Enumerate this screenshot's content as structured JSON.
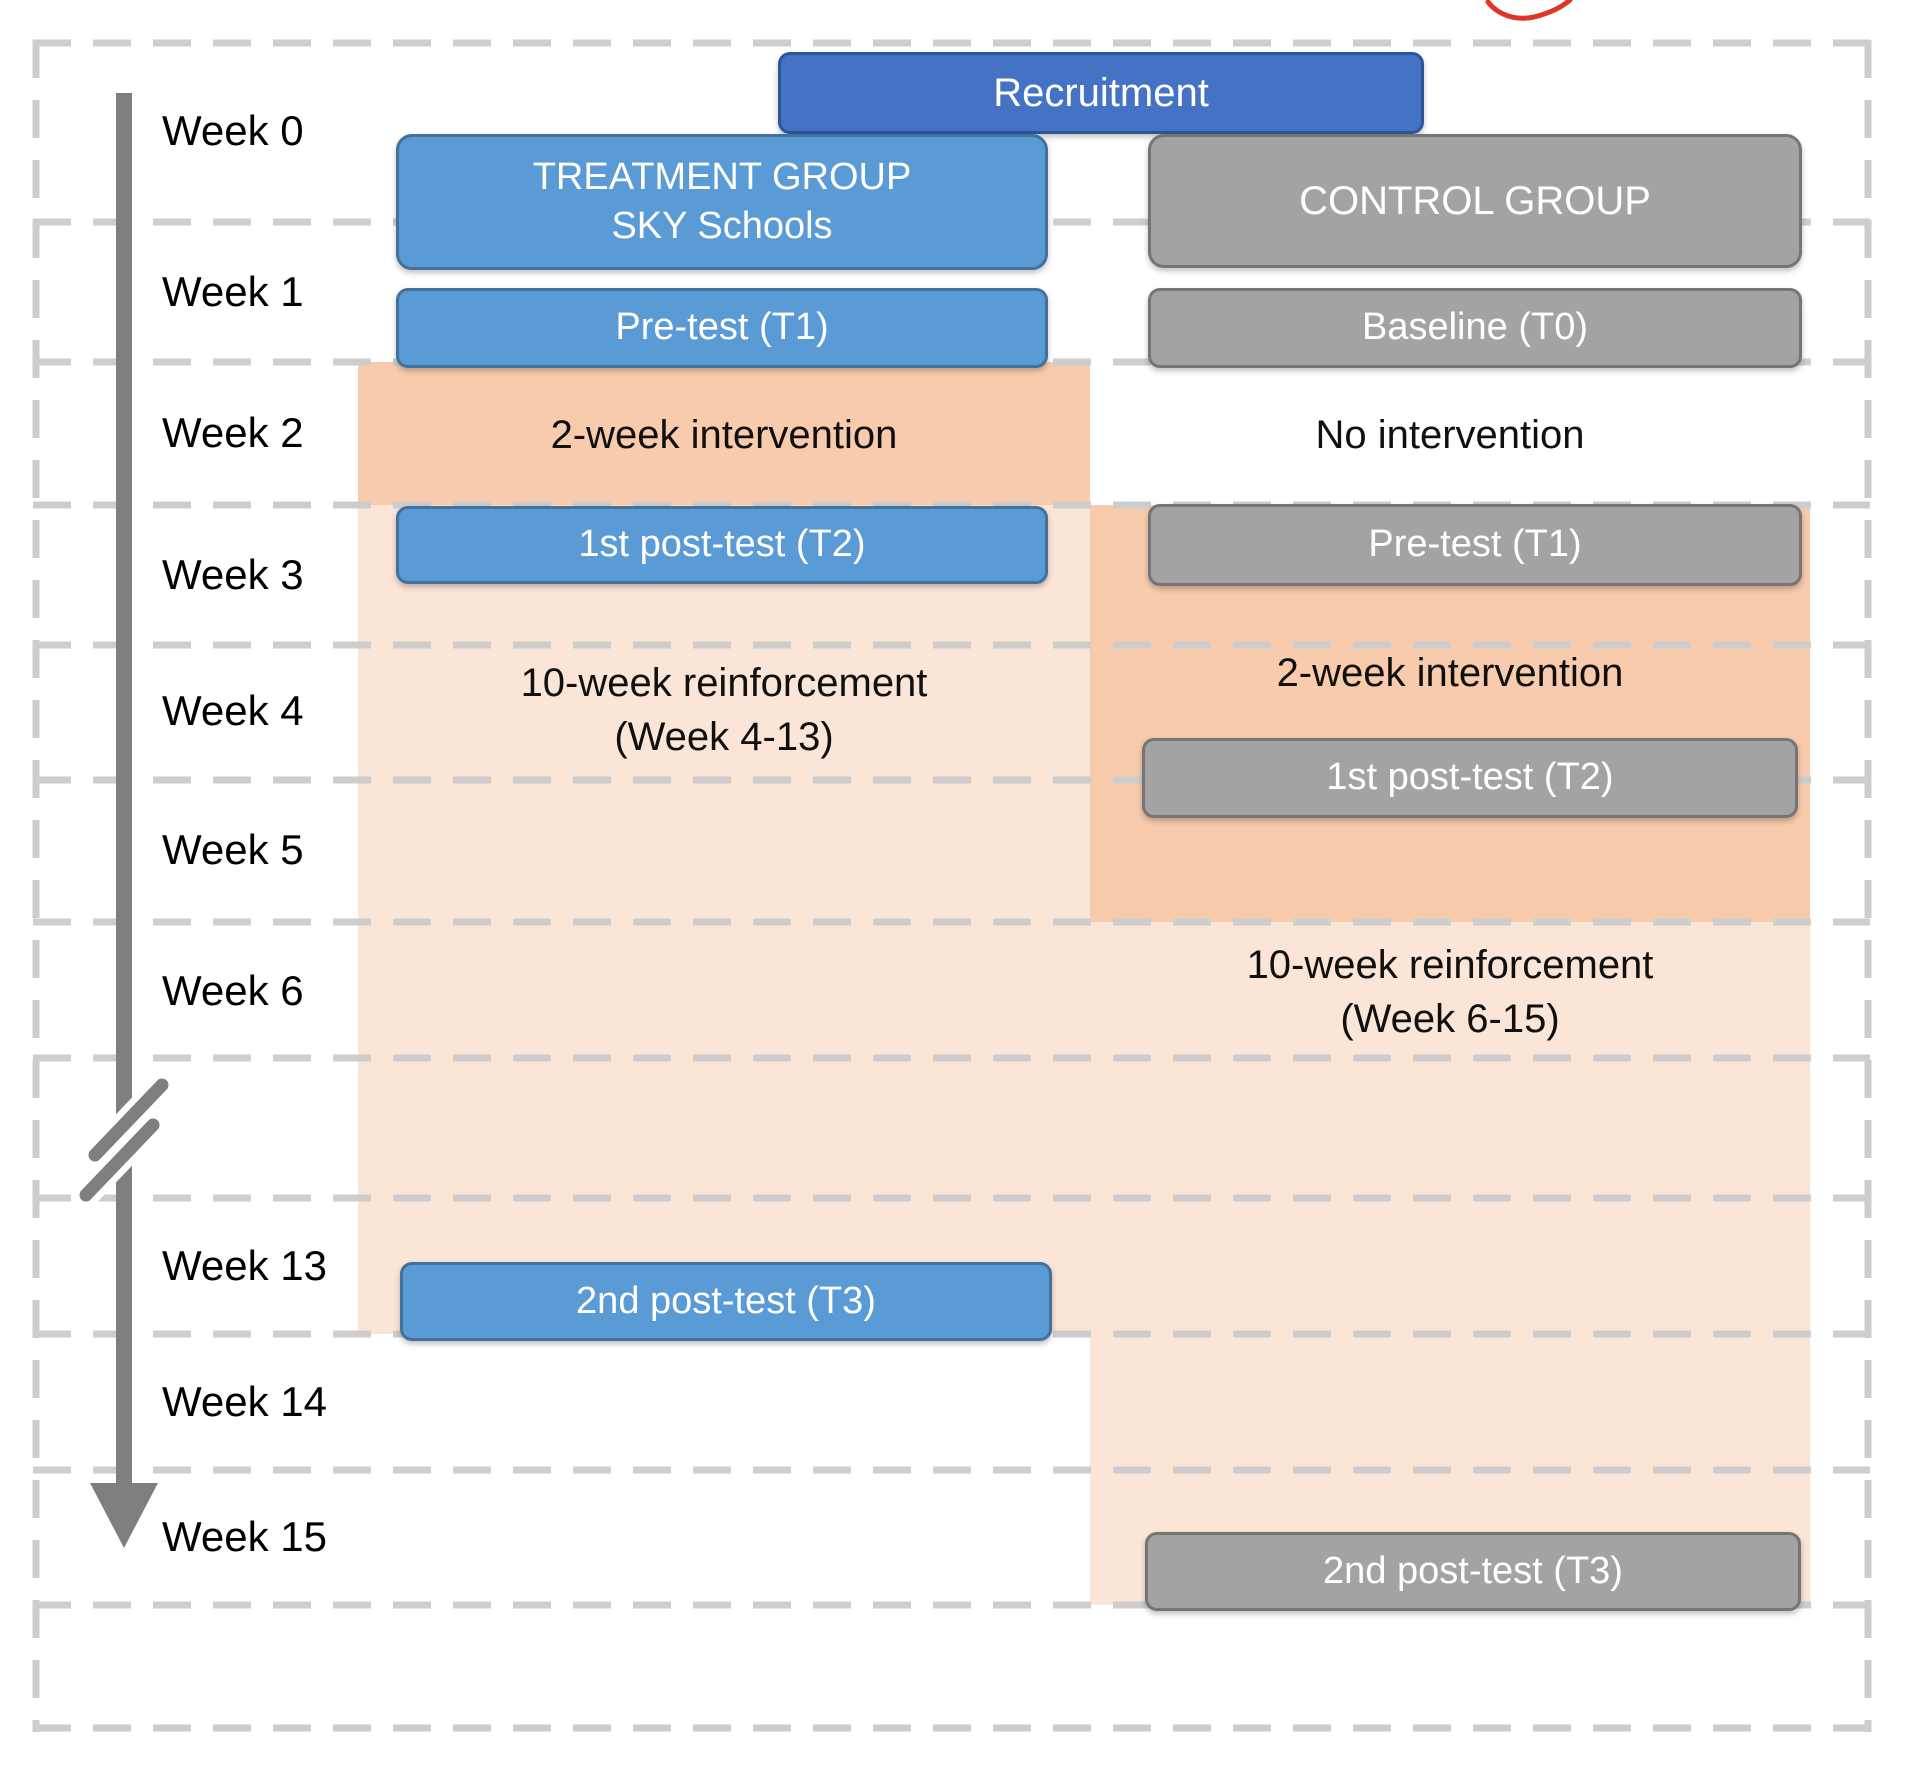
{
  "recruitment": {
    "label": "Recruitment"
  },
  "timeline": {
    "week_labels": [
      "Week 0",
      "Week 1",
      "Week 2",
      "Week 3",
      "Week 4",
      "Week 5",
      "Week 6",
      "Week 13",
      "Week 14",
      "Week 15"
    ]
  },
  "groups": {
    "treatment": {
      "header_line1": "TREATMENT GROUP",
      "header_line2": "SKY Schools",
      "pretest": "Pre-test (T1)",
      "intervention": "2-week intervention",
      "posttest1": "1st post-test (T2)",
      "reinforcement_line1": "10-week reinforcement",
      "reinforcement_line2": "(Week 4-13)",
      "posttest2": "2nd post-test (T3)"
    },
    "control": {
      "header": "CONTROL GROUP",
      "baseline": "Baseline (T0)",
      "no_intervention": "No intervention",
      "pretest": "Pre-test (T1)",
      "intervention": "2-week intervention",
      "posttest1": "1st post-test (T2)",
      "reinforcement_line1": "10-week reinforcement",
      "reinforcement_line2": "(Week 6-15)",
      "posttest2": "2nd post-test (T3)"
    }
  },
  "icons": {
    "timeline_arrow": "downward-timeline-arrow",
    "axis_break": "double-slash-break",
    "red_pen_mark": "partial-red-circle-stroke"
  },
  "colors": {
    "accent_blue": "#5b9bd5",
    "accent_blue_border": "#41719c",
    "recruitment_blue": "#4472c4",
    "recruitment_blue_border": "#2f5597",
    "gray_box": "#a3a3a3",
    "gray_box_border": "#757575",
    "peach_dark": "#f8cbad",
    "peach_light": "#fbe5d6",
    "dash_gray": "#cdcdcd",
    "arrow_gray": "#7f7f7f",
    "annotation_red": "#dd3626"
  }
}
